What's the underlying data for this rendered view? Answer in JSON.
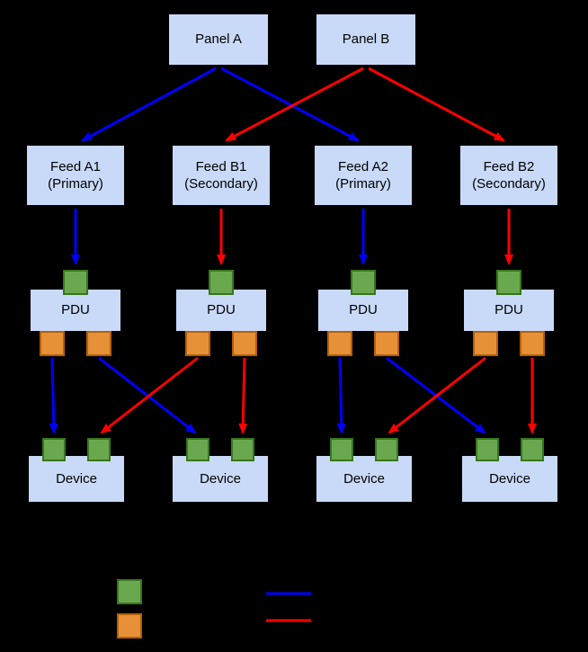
{
  "colors": {
    "background": "#000000",
    "node_fill": "#c9daf8",
    "node_border": "#000000",
    "node_text": "#000000",
    "input_port_fill": "#6aa84f",
    "input_port_border": "#38761d",
    "output_port_fill": "#e69138",
    "output_port_border": "#b45f06",
    "primary_edge": "#0000ff",
    "secondary_edge": "#ff0000"
  },
  "nodes": {
    "panels": [
      {
        "label": "Panel A"
      },
      {
        "label": "Panel B"
      }
    ],
    "feeds": [
      {
        "label": "Feed A1",
        "sublabel": "(Primary)"
      },
      {
        "label": "Feed B1",
        "sublabel": "(Secondary)"
      },
      {
        "label": "Feed A2",
        "sublabel": "(Primary)"
      },
      {
        "label": "Feed B2",
        "sublabel": "(Secondary)"
      }
    ],
    "pdus": [
      {
        "label": "PDU"
      },
      {
        "label": "PDU"
      },
      {
        "label": "PDU"
      },
      {
        "label": "PDU"
      }
    ],
    "devices": [
      {
        "label": "Device"
      },
      {
        "label": "Device"
      },
      {
        "label": "Device"
      },
      {
        "label": "Device"
      }
    ]
  },
  "edges": [
    {
      "from": "Panel A",
      "to": "Feed A1",
      "color": "blue"
    },
    {
      "from": "Panel A",
      "to": "Feed A2",
      "color": "blue"
    },
    {
      "from": "Panel B",
      "to": "Feed B1",
      "color": "red"
    },
    {
      "from": "Panel B",
      "to": "Feed B2",
      "color": "red"
    },
    {
      "from": "Feed A1",
      "to": "PDU 1 input port",
      "color": "blue"
    },
    {
      "from": "Feed B1",
      "to": "PDU 2 input port",
      "color": "red"
    },
    {
      "from": "Feed A2",
      "to": "PDU 3 input port",
      "color": "blue"
    },
    {
      "from": "Feed B2",
      "to": "PDU 4 input port",
      "color": "red"
    },
    {
      "from": "PDU 1 left output port",
      "to": "Device 1 left input port",
      "color": "blue"
    },
    {
      "from": "PDU 1 right output port",
      "to": "Device 2 left input port",
      "color": "blue"
    },
    {
      "from": "PDU 2 left output port",
      "to": "Device 1 right input port",
      "color": "red"
    },
    {
      "from": "PDU 2 right output port",
      "to": "Device 2 right input port",
      "color": "red"
    },
    {
      "from": "PDU 3 left output port",
      "to": "Device 3 left input port",
      "color": "blue"
    },
    {
      "from": "PDU 3 right output port",
      "to": "Device 4 left input port",
      "color": "blue"
    },
    {
      "from": "PDU 4 left output port",
      "to": "Device 3 right input port",
      "color": "red"
    },
    {
      "from": "PDU 4 right output port",
      "to": "Device 4 right input port",
      "color": "red"
    }
  ],
  "legend": {
    "swatches": [
      {
        "name": "green-input-port-swatch",
        "color": "#6aa84f"
      },
      {
        "name": "orange-output-port-swatch",
        "color": "#e69138"
      }
    ],
    "lines": [
      {
        "name": "blue-primary-path-line",
        "color": "#0000ff"
      },
      {
        "name": "red-secondary-path-line",
        "color": "#ff0000"
      }
    ]
  }
}
